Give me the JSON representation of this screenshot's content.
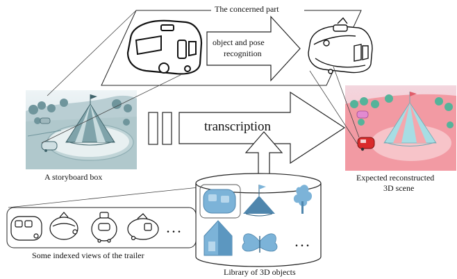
{
  "concerned_part_label": "The concerned part",
  "recognition_label_line1": "object and pose",
  "recognition_label_line2": "recognition",
  "transcription_label": "transcription",
  "storyboard_label": "A storyboard box",
  "expected_label_line1": "Expected reconstructed",
  "expected_label_line2": "3D scene",
  "indexed_views_label": "Some indexed views of the trailer",
  "library_label": "Library of 3D objects",
  "ellipsis": ". . .",
  "colors": {
    "line": "#222222",
    "storyboard_sky": "#e6eef0",
    "storyboard_ground": "#9fb8bd",
    "storyboard_tent": "#6f959c",
    "scene_sky": "#f6c9d3",
    "scene_ground": "#f08f95",
    "scene_tent_stripe": "#f5a7ad",
    "scene_tent_base": "#a7dde4",
    "library_blue": "#7cb3d8",
    "library_dark": "#4f86ad"
  },
  "icons": [
    "trailer-sketch-icon",
    "trailer-lineart-icon",
    "circus-tent-icon",
    "tree-icon",
    "flag-icon",
    "butterfly-icon",
    "house-icon"
  ]
}
